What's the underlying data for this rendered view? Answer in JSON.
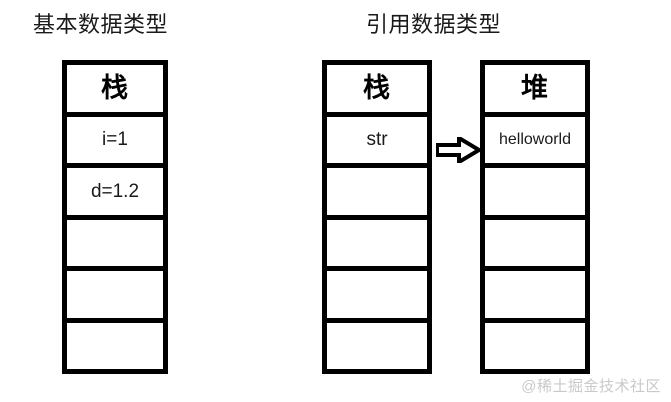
{
  "diagram": {
    "sections": [
      {
        "id": "primitive",
        "title": "基本数据类型",
        "boxes": [
          {
            "id": "stack-primitive",
            "header": "栈",
            "cells": [
              "i=1",
              "d=1.2",
              "",
              "",
              ""
            ]
          }
        ]
      },
      {
        "id": "reference",
        "title": "引用数据类型",
        "boxes": [
          {
            "id": "stack-reference",
            "header": "栈",
            "cells": [
              "str",
              "",
              "",
              "",
              ""
            ]
          },
          {
            "id": "heap-reference",
            "header": "堆",
            "cells": [
              "helloworld",
              "",
              "",
              "",
              ""
            ]
          }
        ],
        "connector": {
          "icon": "right-arrow-icon",
          "from": "stack-reference",
          "to": "heap-reference"
        }
      }
    ],
    "watermark": "@稀土掘金技术社区",
    "colors": {
      "stroke": "#000000",
      "background": "#ffffff",
      "text": "#1a1a1a",
      "watermark": "#c9c9c9"
    }
  }
}
